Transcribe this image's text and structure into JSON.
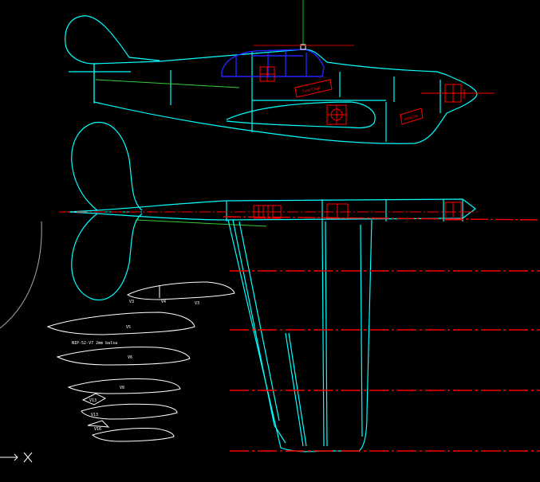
{
  "colors": {
    "background": "#000000",
    "outline": "#00ffff",
    "detail": "#ff0000",
    "canopy": "#2222ff",
    "ref_line": "#33cc33",
    "ribs": "#ffffff",
    "crosshair": "#00cc00"
  },
  "labels": {
    "rib_v4a": "V3",
    "rib_v4b": "V4",
    "rib_v4c": "V3",
    "rib_v5": "V5",
    "rib_caption": "NIP-52-V7 2mm balsa",
    "rib_v6": "V6",
    "rib_v7a": "V13",
    "rib_v7b": "V8",
    "rib_v8": "V13",
    "rib_v9": "V16",
    "fuse_tag_1": "fuselage",
    "fuse_tag_2": "engine"
  },
  "icons": {
    "axis": "ucs-axis-icon",
    "cursor": "crosshair-cursor-icon"
  }
}
